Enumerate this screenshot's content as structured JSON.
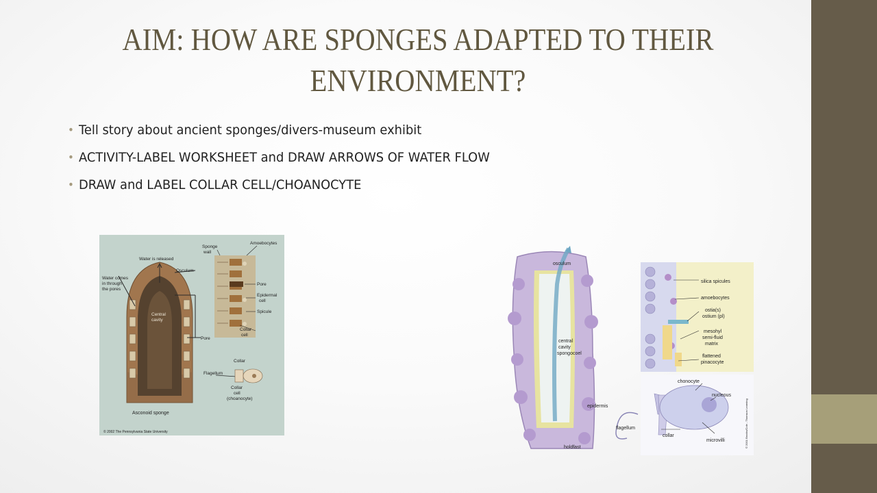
{
  "slide": {
    "title_line1": "AIM: HOW ARE SPONGES ADAPTED TO THEIR",
    "title_line2": "ENVIRONMENT?",
    "bullet_glyph": "•",
    "bullets": [
      "Tell story about ancient sponges/divers-museum  exhibit",
      "ACTIVITY-LABEL  WORKSHEET and DRAW ARROWS OF WATER FLOW",
      "DRAW and LABEL COLLAR CELL/CHOANOCYTE"
    ]
  },
  "theme": {
    "band_color": "#665c4a",
    "band_accent": "#a69f79",
    "title_color": "#615840"
  },
  "figure_left": {
    "labels": {
      "water_released": "Water is released",
      "water_comes": "Water comes",
      "in_through": "in through",
      "the_pores": "the pores",
      "osculum": "Osculum",
      "central": "Central",
      "cavity": "cavity",
      "pore_left": "Pore",
      "sponge": "Sponge",
      "wall": "wall",
      "amoebocytes": "Amoebocytes",
      "pore_right": "Pore",
      "epidermal": "Epidermal",
      "cell": "cell",
      "spicule": "Spicule",
      "collar": "Collar",
      "collar_cell": "cell",
      "flagellum": "Flagellum",
      "collar2": "Collar",
      "collar3": "Collar",
      "cell3": "cell",
      "choanocyte": "(choanocyte)",
      "asconoid": "Asconoid sponge",
      "copyright": "©  2002  The Pennsylvania State University"
    }
  },
  "figure_right": {
    "labels": {
      "osculum": "osculum",
      "central": "central",
      "cavity": "cavity",
      "spongocoel": "spongocoel",
      "epidermis": "epidermis",
      "holdfast": "holdfast",
      "silica": "silica spicules",
      "amoebocytes": "amoebocytes",
      "ostia1": "ostia(s)",
      "ostia2": "ostium (pl)",
      "mesohyl1": "mesohyl",
      "mesohyl2": "semi-fluid",
      "mesohyl3": "matrix",
      "flattened": "flattened",
      "pinacocyte": "pinacocyte",
      "chonocyte": "chonocyte",
      "nucleous": "nucleous",
      "flagellum": "flagellum",
      "collar": "collar",
      "microvilli": "microvilli",
      "copyright": "© 2001 Brooks/Cole - Thomson Learning"
    }
  }
}
